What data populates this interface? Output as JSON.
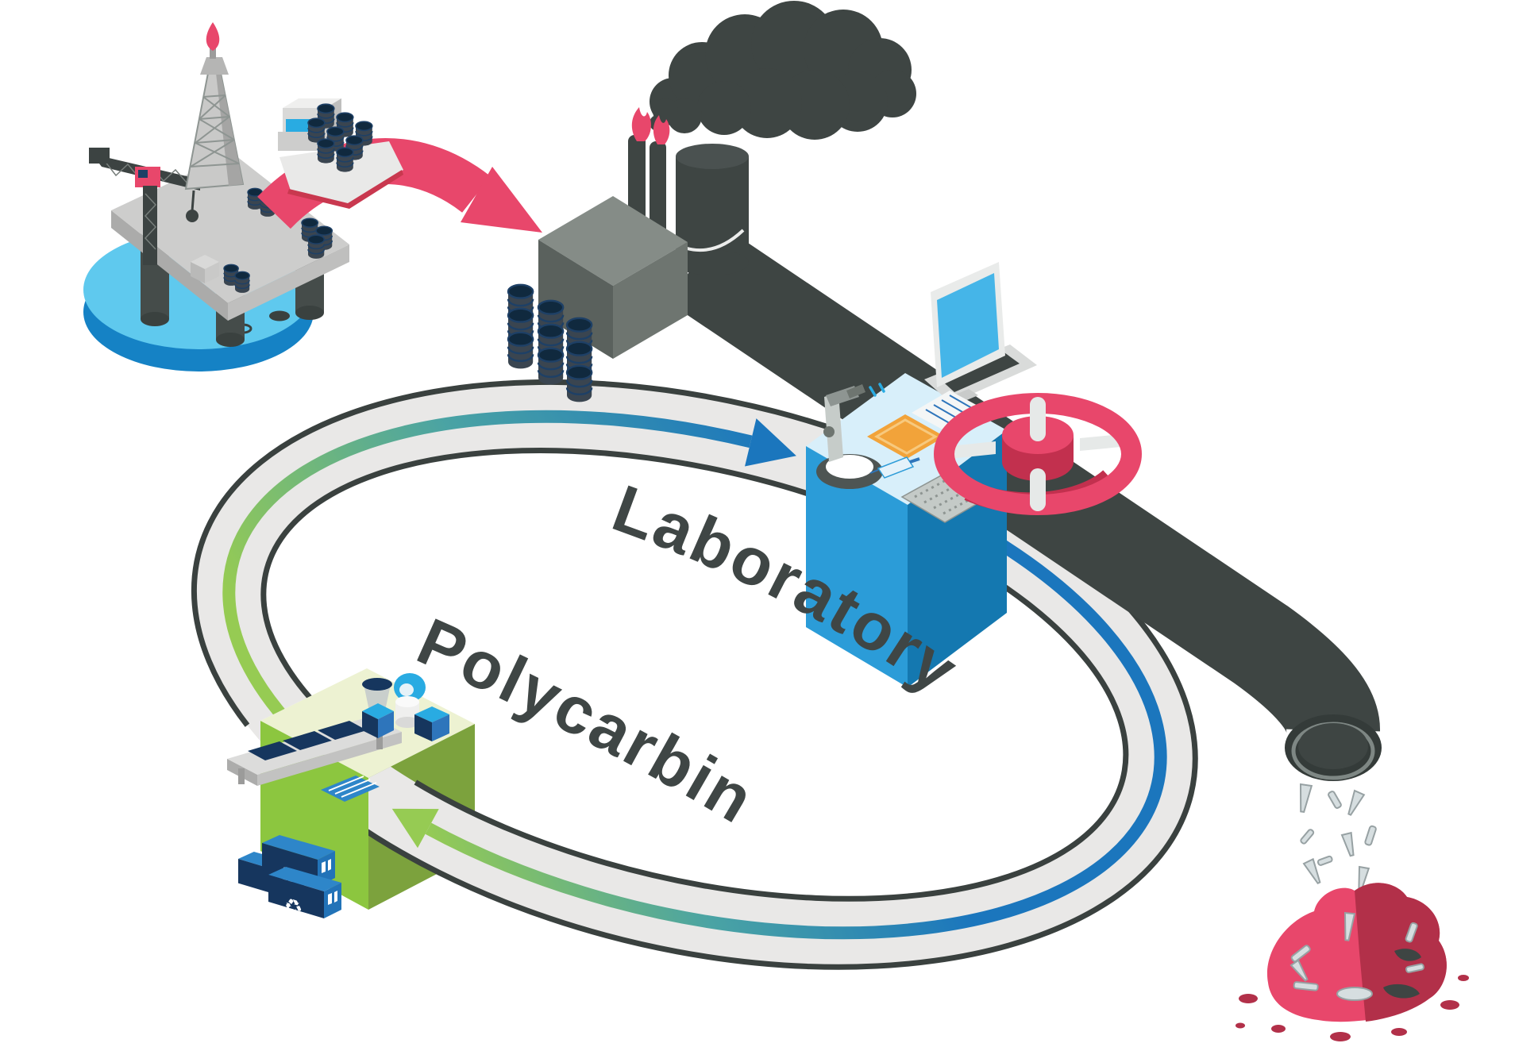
{
  "diagram": {
    "labels": {
      "laboratory": "Laboratory",
      "polycarbin": "Polycarbin"
    },
    "recycle_symbol": "♻",
    "nodes": [
      "oil-rig",
      "oil-tanker-ship",
      "refinery",
      "smoke-cloud",
      "storage-tank",
      "oil-barrels",
      "waste-pipe",
      "valve-wheel",
      "laboratory-bench",
      "plastic-waste-pile",
      "polycarbin-recycling-facility",
      "supply-boxes"
    ],
    "flows": {
      "linear_economy": [
        "oil-rig",
        "refinery",
        "waste-pipe",
        "plastic-waste-pile"
      ],
      "circular_economy": [
        "polycarbin-recycling-facility",
        "laboratory"
      ]
    }
  },
  "colors": {
    "dark": "#3E4543",
    "outline": "#3A413F",
    "track": "#E9E8E7",
    "red": "#E8476B",
    "red_dark": "#C2304E",
    "red_deep": "#B23049",
    "crimson": "#C9384F",
    "blue": "#1B76BD",
    "teal": "#4AA3A4",
    "green": "#96CB53",
    "lime": "#8CC63F",
    "olive": "#7CA23D",
    "leaf_pale": "#EDF2D2",
    "navy": "#16365E",
    "navy_dark": "#152C3F",
    "blue_mid": "#2E75BB",
    "blue_bright": "#29ABE2",
    "sky": "#45B5E8",
    "water_top": "#5FC9EE",
    "water_side": "#1582C5",
    "steel_dark": "#454C4A",
    "gray_1": "#EFEFEE",
    "gray_2": "#D9D9D8",
    "gray_3": "#C2C2C1",
    "gray_4": "#ACACAB",
    "gray_5": "#8E9592",
    "gray_6": "#6E7570",
    "platform_top": "#CDCDCC",
    "platform_side": "#ABABAA",
    "platform_side2": "#BFBFBE",
    "tower": "#C9C9C8",
    "tower_shade": "#A5A5A4",
    "factory_left": "#5A615D",
    "factory_top": "#858C87",
    "lab_front": "#2B9CD8",
    "lab_side": "#1478B0",
    "lab_top": "#D8EFFA",
    "orange": "#F2A33A",
    "orange_light": "#F7C97E",
    "debris": "#D6DEE0",
    "debris_edge": "#97A1A3",
    "barrel": "#3A4550",
    "barrel_top": "#10293E",
    "barrel_rim": "#1E4066",
    "spoke": "#E6E9E8",
    "text": "#3F4645",
    "white": "#FFFFFF"
  }
}
